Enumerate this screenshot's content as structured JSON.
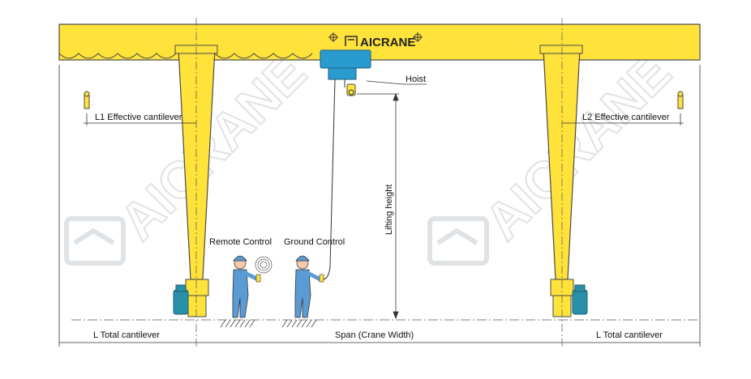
{
  "brand": "AICRANE",
  "labels": {
    "hoist": "Hoist",
    "l1": "L1  Effective cantilever",
    "l2": "L2  Effective cantilever",
    "lifting_height": "Lifting height",
    "remote_control": "Remote Control",
    "ground_control": "Ground Control",
    "total_cantilever_left": "L  Total cantilever",
    "span": "Span (Crane Width)",
    "total_cantilever_right": "L  Total cantilever"
  },
  "watermarks": [
    "AICRANE",
    "AICRANE"
  ],
  "colors": {
    "crane_yellow": "#FFE23A",
    "outline": "#4a4a4a",
    "hoist_blue": "#2a9bcf",
    "motor_teal": "#2a8fa8",
    "worker_blue": "#5b9bd5",
    "watermark": "#dfe3e6"
  }
}
